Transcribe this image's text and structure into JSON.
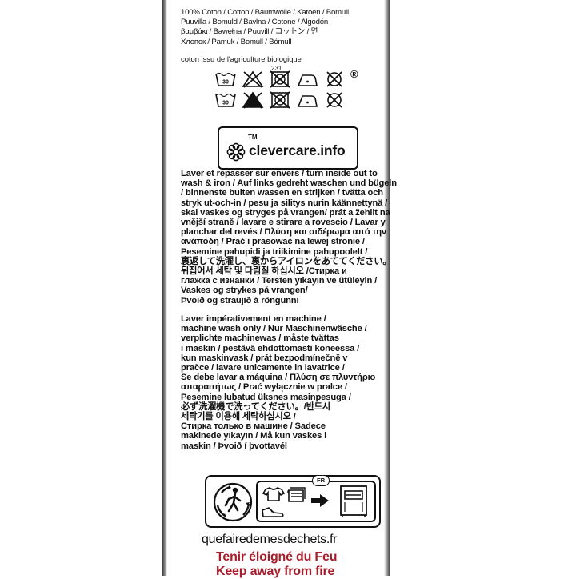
{
  "label": {
    "fiber_lines": [
      "100% Coton / Cotton / Baumwolle / Katoen / Bomull",
      "Puuvilla / Bomuld / Bavlna / Cotone / Algodón",
      "βαμβάκι / Bawełna / Puuvill / コットン / 면",
      "Хлопок / Pamuk / Bomull / Bómull"
    ],
    "organic_note": "coton issu de l'agriculture biologique",
    "care_symbol_number": "231",
    "registered_mark": "®",
    "care_row_1_icons": [
      "wash-30-icon",
      "no-bleach-icon",
      "no-tumble-dry-icon",
      "iron-low-icon",
      "no-dry-clean-icon"
    ],
    "care_row_2_icons": [
      "wash-30-icon",
      "no-bleach-filled-icon",
      "no-tumble-dry-icon",
      "iron-low-icon",
      "no-dry-clean-icon"
    ],
    "clevercare": {
      "tm": "TM",
      "text": "clevercare.info"
    },
    "instructions_1": [
      "Laver et repasser sur envers / turn inside out to",
      "wash & iron / Auf links gedreht waschen und bügeln",
      "/ binnenste buiten wassen en strijken / tvätta och",
      "stryk ut-och-in / pesu ja silitys nurin käännettynä /",
      "skal vaskes og stryges på vrangen/ prát a žehlit na",
      "vnější straně / lavare e stirare a rovescio / Lavar y",
      "planchar del revés / Πλύση και σιδέρωμα από την",
      "ανάποδη / Prać i prasować na lewej stronie /",
      "Pesemine pahupidi ja triikimine pahupoolelt /",
      "裏返して洗濯し、裏からアイロンをあててください。",
      "뒤집어서 세탁 및 다림질 하십시오 /Стирка и",
      "глажка с изнанки / Tersten yıkayın ve ütüleyin /",
      "Vaskes og strykes på vrangen/",
      "Þvoið og straujið á röngunni"
    ],
    "instructions_2": [
      "Laver impérativement en machine /",
      "machine wash only / Nur Maschinenwäsche /",
      "verplichte machinewas / måste tvättas",
      "i maskin / pestävä ehdottomasti koneessa /",
      "kun maskinvask / prát bezpodmínečně v",
      "pračce / lavare unicamente in lavatrice /",
      "Se debe lavar a máquina / Πλύση σε πλυντήριο",
      "απαραιτήτως / Prać wyłącznie w pralce /",
      "Pesemine lubatud üksnes masinpesuga /",
      "必ず洗濯機で洗ってください。/반드시",
      "세탁기를 이용해 세탁하십시오 /",
      "Стирка только в машине / Sadece",
      "makinede yıkayın / Må kun vaskes i",
      "maskin / Þvoið í þvottavél"
    ],
    "recycling": {
      "badge": "FR",
      "icons": [
        "triman-icon",
        "tshirt-icon",
        "folded-textile-icon",
        "shoe-icon",
        "arrow-right-icon",
        "collection-bin-icon"
      ]
    },
    "footer_url": "quefairedemesdechets.fr",
    "warning_fr": "Tenir éloigné du Feu",
    "warning_en": "Keep away from fire",
    "colors": {
      "ink": "#111111",
      "warning": "#a81d2a"
    }
  }
}
